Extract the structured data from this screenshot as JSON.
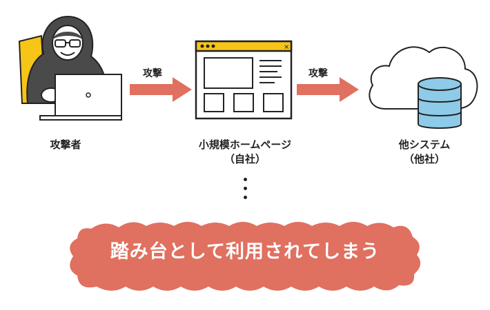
{
  "attacker": {
    "label": "攻撃者"
  },
  "arrow1": {
    "label": "攻撃"
  },
  "website": {
    "label_line1": "小規模ホームページ",
    "label_line2": "（自社）"
  },
  "arrow2": {
    "label": "攻撃"
  },
  "other_system": {
    "label_line1": "他システム",
    "label_line2": "（他社）"
  },
  "banner": {
    "text": "踏み台として利用されてしまう"
  },
  "colors": {
    "accent": "#e07060",
    "hood": "#4a4a4a",
    "yellow": "#f6c518",
    "database": "#8ecbe8",
    "outline": "#222222"
  }
}
